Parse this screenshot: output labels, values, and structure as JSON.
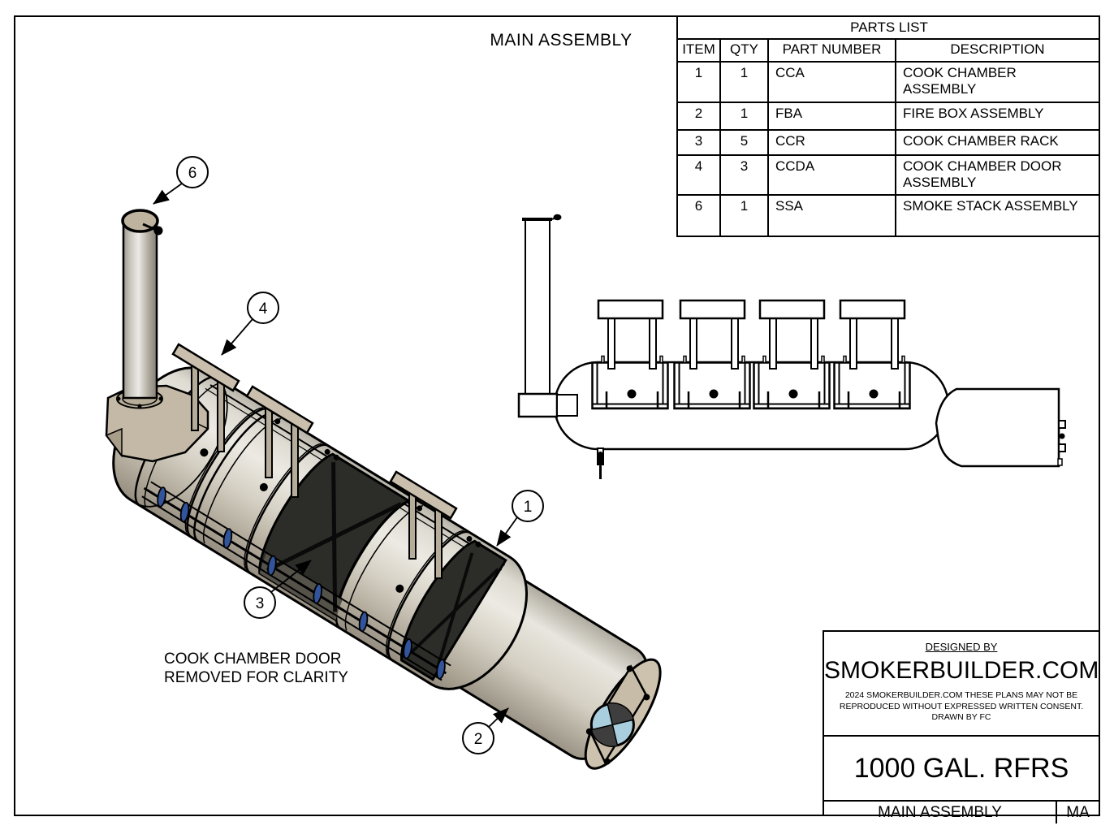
{
  "sheet": {
    "view_title": "MAIN ASSEMBLY",
    "note_line1": "COOK CHAMBER DOOR",
    "note_line2": "REMOVED FOR CLARITY"
  },
  "parts_list": {
    "title": "PARTS LIST",
    "columns": {
      "item": "ITEM",
      "qty": "QTY",
      "part_number": "PART NUMBER",
      "description": "DESCRIPTION"
    },
    "rows": [
      {
        "item": "1",
        "qty": "1",
        "part_number": "CCA",
        "description": "COOK CHAMBER\nASSEMBLY"
      },
      {
        "item": "2",
        "qty": "1",
        "part_number": "FBA",
        "description": "FIRE BOX ASSEMBLY"
      },
      {
        "item": "3",
        "qty": "5",
        "part_number": "CCR",
        "description": "COOK CHAMBER RACK"
      },
      {
        "item": "4",
        "qty": "3",
        "part_number": "CCDA",
        "description": "COOK CHAMBER DOOR\nASSEMBLY"
      },
      {
        "item": "6",
        "qty": "1",
        "part_number": "SSA",
        "description": "SMOKE STACK ASSEMBLY"
      }
    ]
  },
  "balloons": [
    {
      "label": "6"
    },
    {
      "label": "4"
    },
    {
      "label": "1"
    },
    {
      "label": "3"
    },
    {
      "label": "2"
    }
  ],
  "title_block": {
    "designed_by_label": "DESIGNED BY",
    "company": "SMOKERBUILDER.COM",
    "copyright_line1": "2024 SMOKERBUILDER.COM THESE PLANS MAY NOT BE",
    "copyright_line2": "REPRODUCED WITHOUT EXPRESSED WRITTEN CONSENT.",
    "copyright_line3": "DRAWN BY FC",
    "model": "1000 GAL. RFRS",
    "sheet_title": "MAIN ASSEMBLY",
    "sheet_code": "MA"
  },
  "colors": {
    "line": "#000000",
    "shell_light": "#ece9e2",
    "shell_mid": "#d6d1c5",
    "shell_dark": "#948d7f",
    "tan": "#c6bca9",
    "interior_dark": "#2c2c28",
    "rack_clip_blue": "#32549c",
    "damper_blue": "#a9cede",
    "damper_dark": "#3e3e3e"
  }
}
